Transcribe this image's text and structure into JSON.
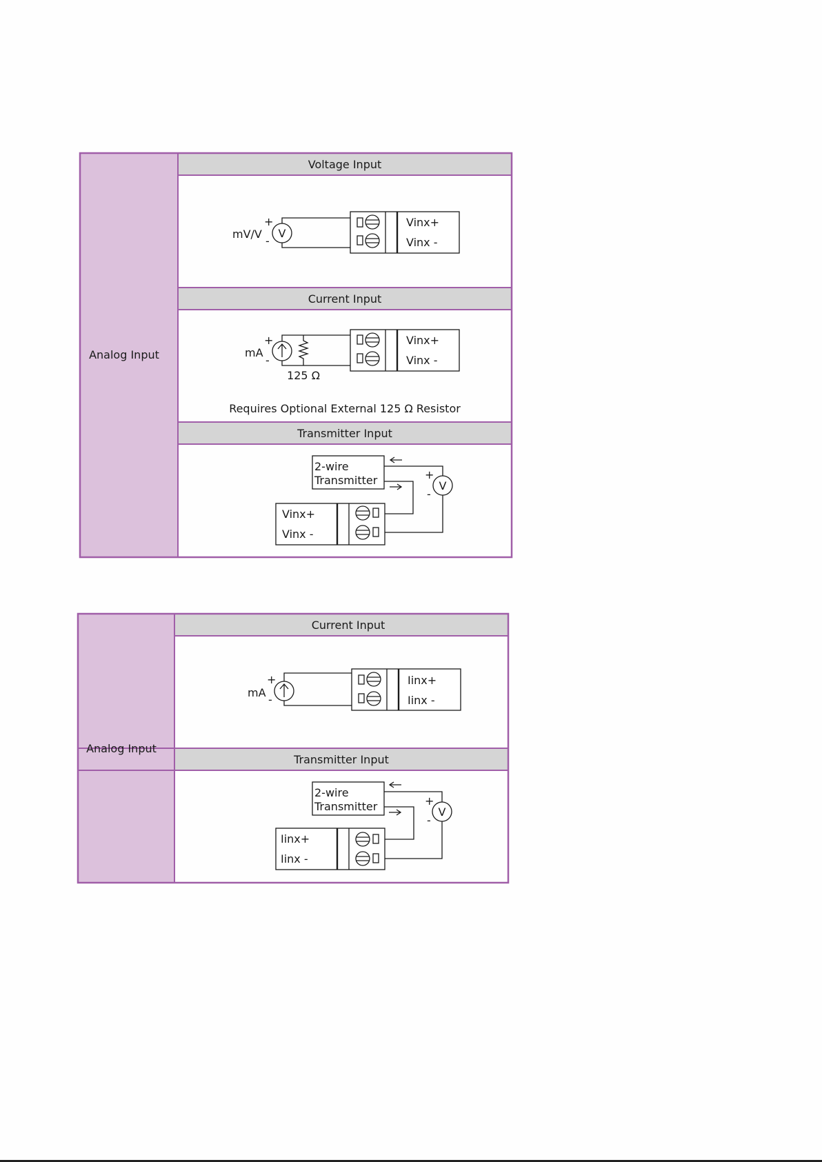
{
  "panel1": {
    "side_label": "Analog Input",
    "sections": [
      {
        "header": "Voltage Input",
        "source_label": "mV/V",
        "meter": "V",
        "plus": "+",
        "minus": "-",
        "term_pos": "Vinx+",
        "term_neg": "Vinx -"
      },
      {
        "header": "Current Input",
        "source_label": "mA",
        "plus": "+",
        "minus": "-",
        "resistor_label": "125 Ω",
        "term_pos": "Vinx+",
        "term_neg": "Vinx -",
        "note": "Requires Optional External 125 Ω Resistor"
      },
      {
        "header": "Transmitter Input",
        "transmitter_line1": "2-wire",
        "transmitter_line2": "Transmitter",
        "meter": "V",
        "plus": "+",
        "minus": "-",
        "term_pos": "Vinx+",
        "term_neg": "Vinx -"
      }
    ]
  },
  "panel2": {
    "side_label": "Analog Input",
    "sections": [
      {
        "header": "Current Input",
        "source_label": "mA",
        "plus": "+",
        "minus": "-",
        "term_pos": "Iinx+",
        "term_neg": "Iinx -"
      },
      {
        "header": "Transmitter Input",
        "transmitter_line1": "2-wire",
        "transmitter_line2": "Transmitter",
        "meter": "V",
        "plus": "+",
        "minus": "-",
        "term_pos": "Iinx+",
        "term_neg": "Iinx -"
      }
    ]
  },
  "colors": {
    "frame": "#a05ea8",
    "side_fill": "#dcc1dc",
    "header_fill": "#d5d5d5",
    "content_fill": "#fefefe"
  }
}
